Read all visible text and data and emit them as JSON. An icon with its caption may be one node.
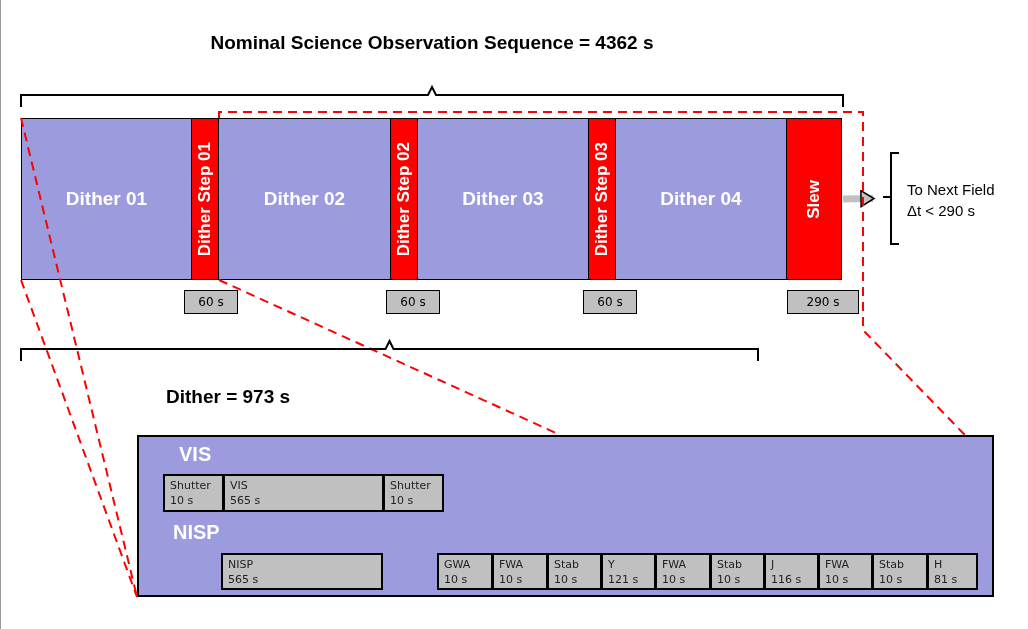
{
  "diagram": {
    "title": "Nominal Science Observation Sequence = 4362 s",
    "nodes": [
      {
        "text": [
          "Dither 01"
        ]
      },
      {
        "text": [
          "Dither Step 01"
        ]
      },
      {
        "text": [
          "Dither 02"
        ]
      },
      {
        "text": [
          "Dither Step 02"
        ]
      },
      {
        "text": [
          "Dither 03"
        ]
      },
      {
        "text": [
          "Dither Step 03"
        ]
      },
      {
        "text": [
          "Dither 04"
        ]
      },
      {
        "text": [
          "Slew"
        ]
      },
      {
        "text": [
          "To Next Field Δt < 290 s"
        ]
      },
      {
        "text": [
          "60 s"
        ]
      },
      {
        "text": [
          "60 s"
        ]
      },
      {
        "text": [
          "60 s"
        ]
      },
      {
        "text": [
          "290 s"
        ]
      },
      {
        "text": [
          "VIS",
          "NISP"
        ]
      },
      {
        "text": [
          "Shutter",
          "10 s"
        ],
        "in": 13
      },
      {
        "text": [
          "VIS",
          "565 s"
        ],
        "in": 13
      },
      {
        "text": [
          "Shutter",
          "10 s"
        ],
        "in": 13
      },
      {
        "text": [
          "NISP",
          "565 s"
        ],
        "in": 13
      },
      {
        "text": [
          "GWA",
          "10 s"
        ],
        "in": 13
      },
      {
        "text": [
          "FWA",
          "10 s"
        ],
        "in": 13
      },
      {
        "text": [
          "Stab",
          "10 s"
        ],
        "in": 13
      },
      {
        "text": [
          "Y",
          "121 s"
        ],
        "in": 13
      },
      {
        "text": [
          "FWA",
          "10 s"
        ],
        "in": 13
      },
      {
        "text": [
          "Stab",
          "10 s"
        ],
        "in": 13
      },
      {
        "text": [
          "J",
          "116 s"
        ],
        "in": 13
      },
      {
        "text": [
          "FWA",
          "10 s"
        ],
        "in": 13
      },
      {
        "text": [
          "Stab",
          "10 s"
        ],
        "in": 13
      },
      {
        "text": [
          "H",
          "81 s"
        ],
        "in": 13
      }
    ],
    "edges": [
      {
        "from": 7,
        "to": 8,
        "arrow": "to",
        "style": "thick",
        "color": "#c0c0c0"
      },
      {
        "from": 0,
        "to": 13,
        "arrow": "none",
        "style": "dashed"
      },
      {
        "from": 0,
        "to": 13,
        "arrow": "none",
        "style": "dashed"
      },
      {
        "from": 1,
        "to": 13,
        "arrow": "none",
        "style": "dashed"
      },
      {
        "from": 1,
        "to": 13,
        "arrow": "none",
        "style": "dashed"
      }
    ],
    "labels": [
      "Dither = 973 s"
    ]
  }
}
